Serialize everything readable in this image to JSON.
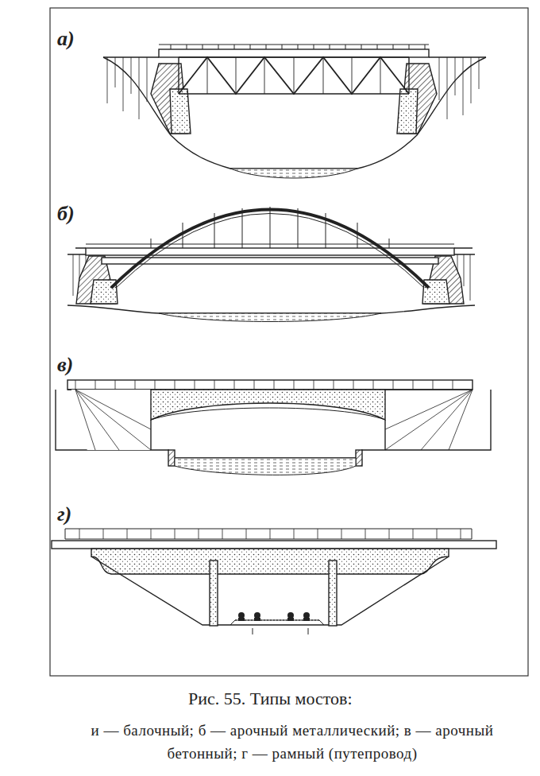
{
  "diagram": {
    "caption": "Рис. 55. Типы мостов:",
    "labels": [
      "а)",
      "б)",
      "в)",
      "г)",
      "и — балочный; б — арочный металлический; в — арочный бетонный; г — рамный (путепровод)"
    ]
  }
}
